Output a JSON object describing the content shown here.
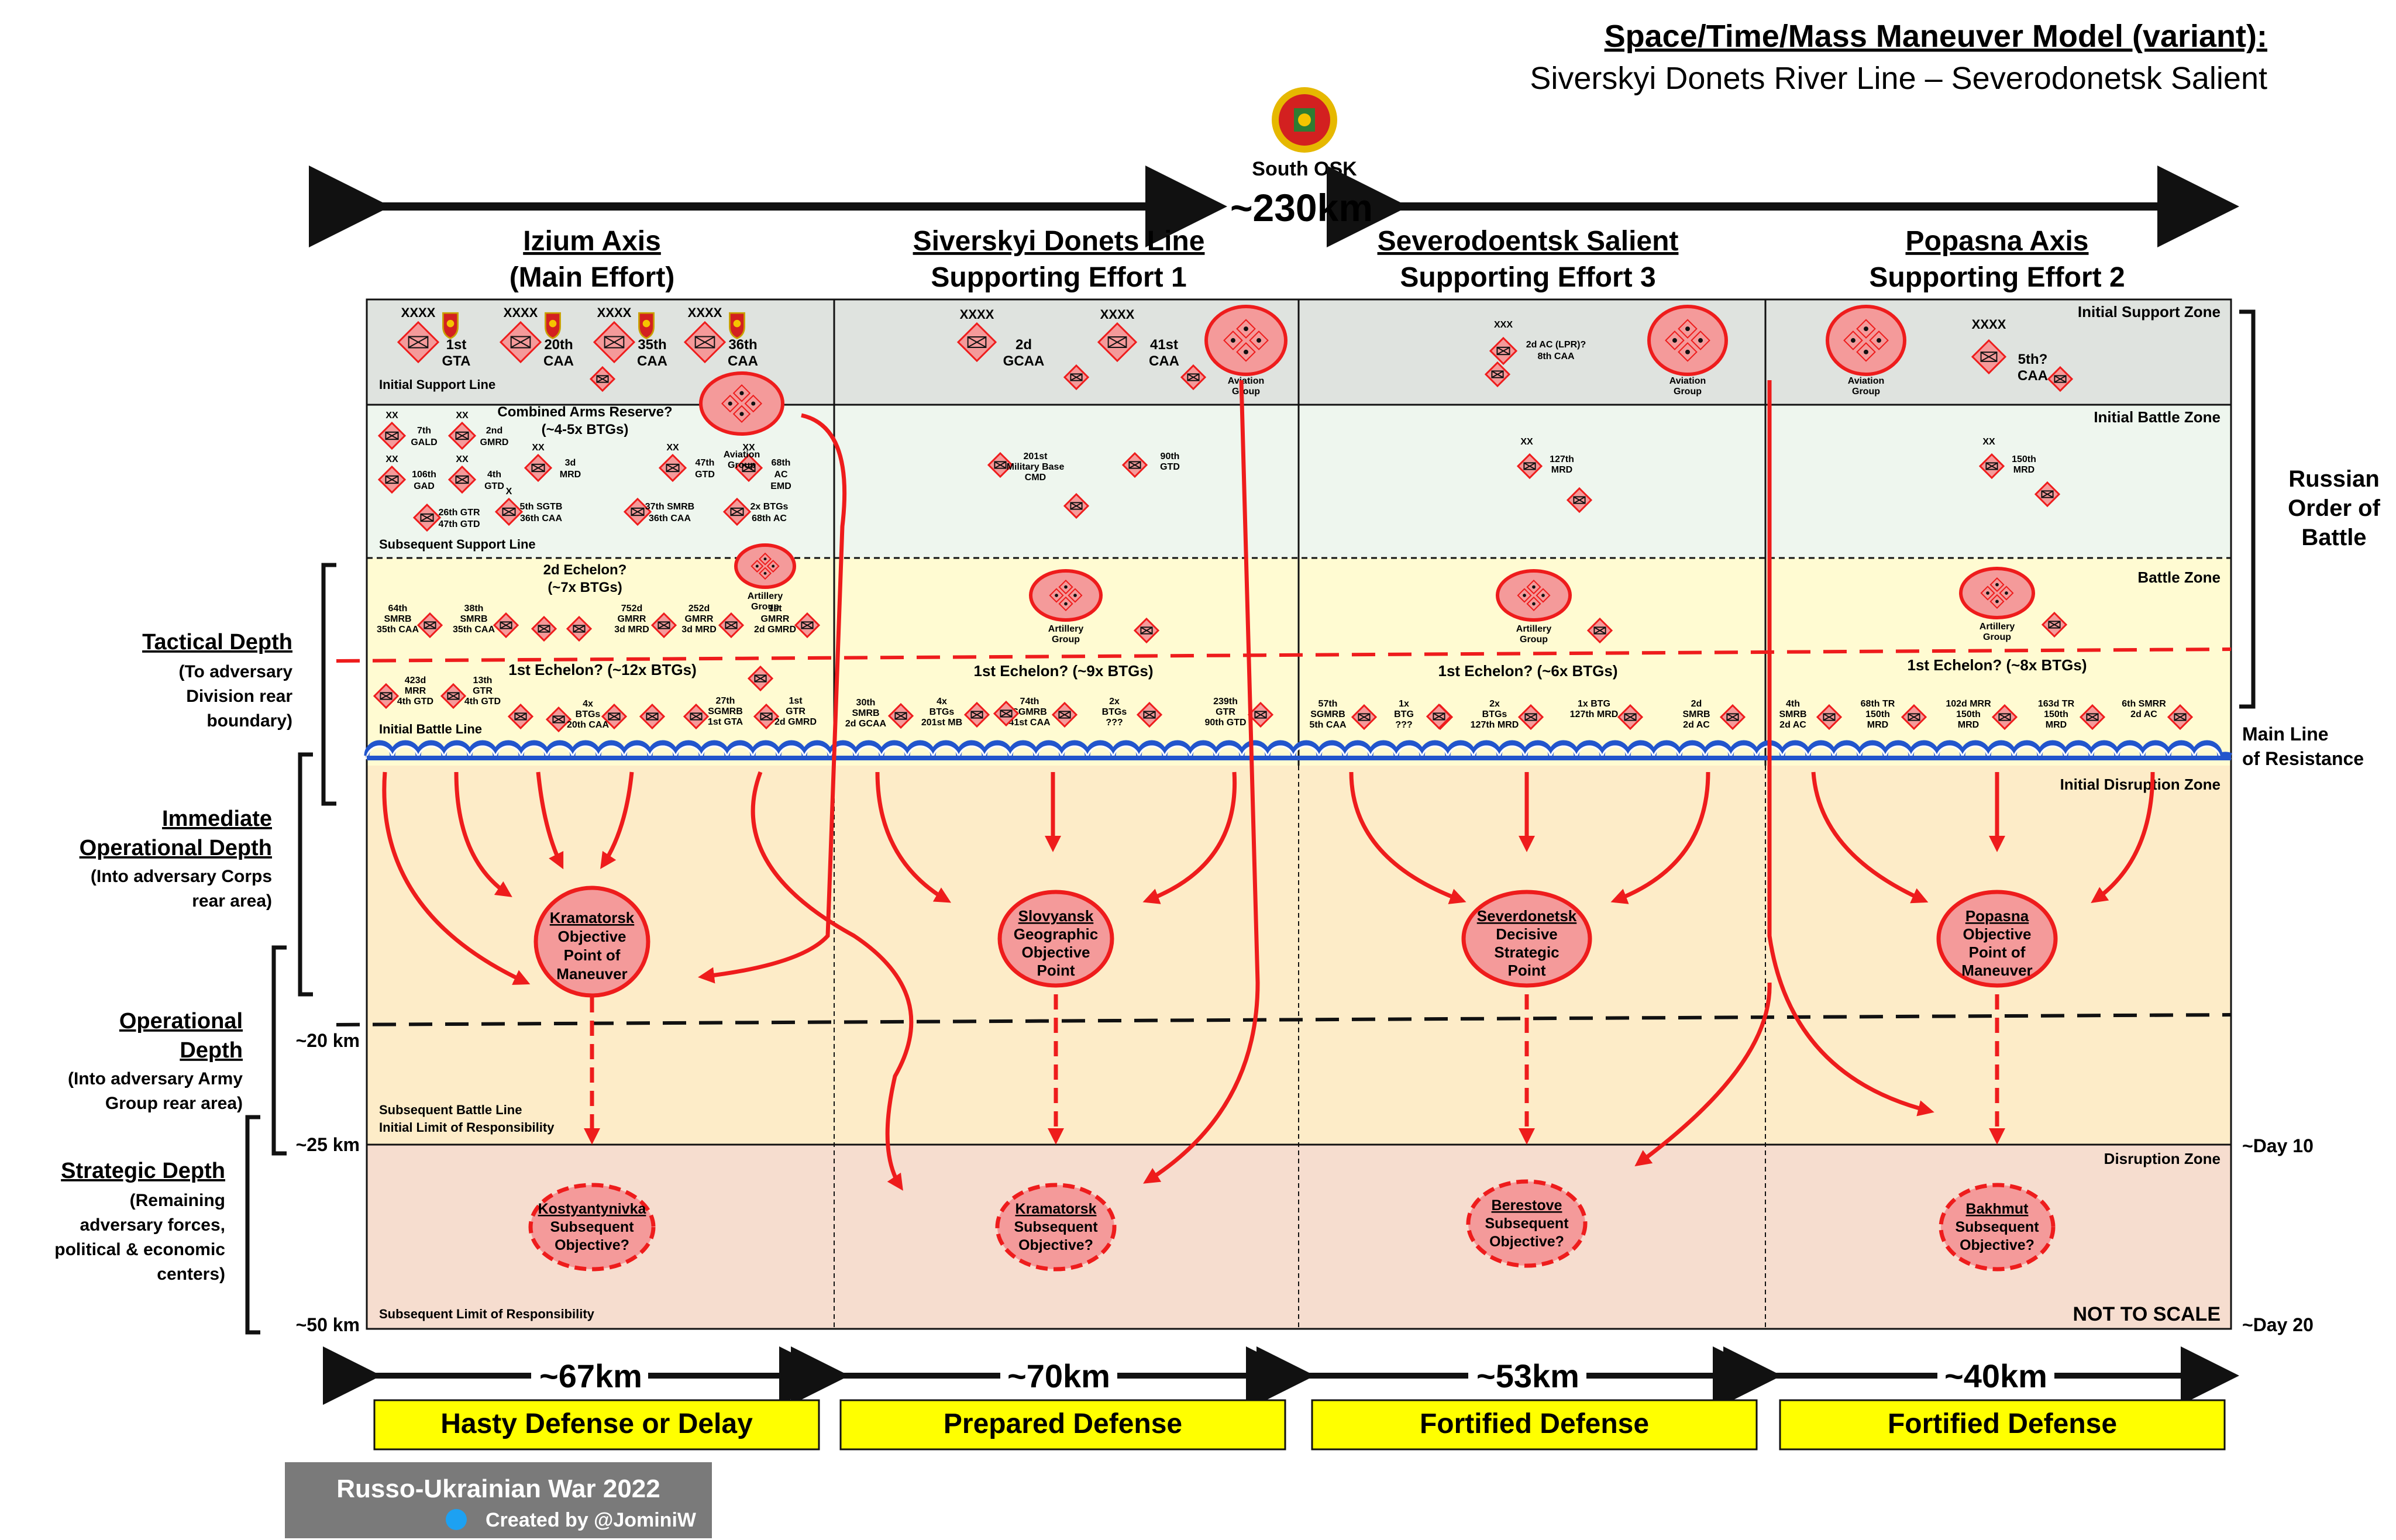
{
  "title": {
    "line1": "Space/Time/Mass Maneuver Model (variant):",
    "line2": "Siverskyi Donets River Line – Severodonetsk Salient"
  },
  "hq": {
    "label": "South OSK"
  },
  "frontage": {
    "total": "~230km"
  },
  "axes": [
    {
      "name": "Izium Axis",
      "effort": "(Main Effort)",
      "width": "~67km",
      "defense": "Hasty Defense or Delay",
      "obj": {
        "name": "Kramatorsk",
        "l1": "Objective",
        "l2": "Point of",
        "l3": "Maneuver"
      },
      "sub": {
        "name": "Kostyantynivka",
        "l1": "Subsequent",
        "l2": "Objective?"
      },
      "echelon1": "1st Echelon? (~12x BTGs)"
    },
    {
      "name": "Siverskyi Donets Line",
      "effort": "Supporting Effort 1",
      "width": "~70km",
      "defense": "Prepared Defense",
      "obj": {
        "name": "Slovyansk",
        "l1": "Geographic",
        "l2": "Objective",
        "l3": "Point"
      },
      "sub": {
        "name": "Kramatorsk",
        "l1": "Subsequent",
        "l2": "Objective?"
      },
      "echelon1": "1st Echelon? (~9x BTGs)"
    },
    {
      "name": "Severodoentsk Salient",
      "effort": "Supporting Effort 3",
      "width": "~53km",
      "defense": "Fortified Defense",
      "obj": {
        "name": "Severdonetsk",
        "l1": "Decisive",
        "l2": "Strategic",
        "l3": "Point"
      },
      "sub": {
        "name": "Berestove",
        "l1": "Subsequent",
        "l2": "Objective?"
      },
      "echelon1": "1st Echelon? (~6x BTGs)"
    },
    {
      "name": "Popasna Axis",
      "effort": "Supporting Effort 2",
      "width": "~40km",
      "defense": "Fortified Defense",
      "obj": {
        "name": "Popasna",
        "l1": "Objective",
        "l2": "Point of",
        "l3": "Maneuver"
      },
      "sub": {
        "name": "Bakhmut",
        "l1": "Subsequent",
        "l2": "Objective?"
      },
      "echelon1": "1st Echelon? (~8x BTGs)"
    }
  ],
  "zones": {
    "initial_support_zone": "Initial Support Zone",
    "initial_battle_zone": "Initial Battle Zone",
    "battle_zone": "Battle Zone",
    "initial_disruption_zone": "Initial Disruption Zone",
    "disruption_zone": "Disruption Zone",
    "initial_support_line": "Initial Support Line",
    "subsequent_support_line": "Subsequent Support Line",
    "initial_battle_line": "Initial Battle Line",
    "subsequent_battle_line": "Subsequent Battle Line",
    "initial_limit": "Initial Limit of Responsibility",
    "subsequent_limit": "Subsequent Limit of Responsibility",
    "not_to_scale": "NOT TO SCALE"
  },
  "left_depths": {
    "tactical": {
      "title": "Tactical Depth",
      "d1": "(To adversary",
      "d2": "Division rear",
      "d3": "boundary)"
    },
    "immediate": {
      "t1": "Immediate",
      "t2": "Operational Depth",
      "d1": "(Into adversary Corps",
      "d2": "rear area)"
    },
    "operational": {
      "t1": "Operational",
      "t2": "Depth",
      "d1": "(Into adversary Army",
      "d2": "Group rear area)"
    },
    "strategic": {
      "title": "Strategic Depth",
      "d1": "(Remaining",
      "d2": "adversary forces,",
      "d3": "political & economic",
      "d4": "centers)"
    }
  },
  "km_marks": {
    "k20": "~20 km",
    "k25": "~25 km",
    "k50": "~50 km"
  },
  "right_labels": {
    "rob1": "Russian",
    "rob2": "Order of",
    "rob3": "Battle",
    "mlr1": "Main Line",
    "mlr2": "of Resistance",
    "day10": "~Day 10",
    "day20": "~Day 20"
  },
  "reserve": {
    "combined1": "Combined Arms Reserve?",
    "combined2": "(~4-5x BTGs)",
    "echelon2a": "2d Echelon?",
    "echelon2b": "(~7x BTGs)"
  },
  "group_labels": {
    "aviation1": "Aviation",
    "aviation2": "Group",
    "artillery1": "Artillery",
    "artillery2": "Group"
  },
  "units": {
    "a1": [
      [
        "XXXX",
        "1st",
        "GTA"
      ],
      [
        "XXXX",
        "20th",
        "CAA"
      ],
      [
        "XXXX",
        "35th",
        "CAA"
      ],
      [
        "XXXX",
        "36th",
        "CAA"
      ]
    ],
    "reserve1": [
      [
        "XX",
        "7th",
        "GALD"
      ],
      [
        "XX",
        "2nd",
        "GMRD"
      ],
      [
        "XX",
        "106th",
        "GAD"
      ],
      [
        "XX",
        "4th",
        "GTD"
      ],
      [
        "XX",
        "3d",
        "MRD"
      ],
      [
        "XX",
        "47th",
        "GTD"
      ],
      [
        "XX",
        "68th",
        "AC",
        "EMD"
      ],
      [
        "",
        "26th GTR",
        "47th GTD"
      ],
      [
        "X",
        "5th SGTB",
        "36th CAA"
      ],
      [
        "",
        "37th SMRB",
        "36th CAA"
      ],
      [
        "",
        "2x BTGs",
        "68th AC"
      ]
    ],
    "ech2_1": [
      [
        "64th",
        "SMRB",
        "35th CAA"
      ],
      [
        "38th",
        "SMRB",
        "35th CAA"
      ],
      [
        "752d",
        "GMRR",
        "3d MRD"
      ],
      [
        "252d",
        "GMRR",
        "3d MRD"
      ],
      [
        "1st",
        "GMRR",
        "2d GMRD"
      ]
    ],
    "ech1_1": [
      [
        "423d",
        "MRR",
        "4th GTD"
      ],
      [
        "13th",
        "GTR",
        "4th GTD"
      ],
      [
        "4x",
        "BTGs",
        "20th CAA"
      ],
      [
        "27th",
        "SGMRB",
        "1st GTA"
      ],
      [
        "1st",
        "GTR",
        "2d GMRD"
      ]
    ],
    "a2_top": [
      [
        "XXXX",
        "2d",
        "GCAA"
      ],
      [
        "XXXX",
        "41st",
        "CAA"
      ]
    ],
    "a2_mid": [
      [
        "",
        "201st",
        "Military Base",
        "CMD"
      ],
      [
        "",
        "90th",
        "GTD"
      ]
    ],
    "ech1_2": [
      [
        "30th",
        "SMRB",
        "2d GCAA"
      ],
      [
        "4x",
        "BTGs",
        "201st MB"
      ],
      [
        "74th",
        "SGMRB",
        "41st CAA"
      ],
      [
        "2x",
        "BTGs",
        "???"
      ],
      [
        "239th",
        "GTR",
        "90th GTD"
      ]
    ],
    "a3_top": [
      [
        "XXX",
        "2d AC (LPR)?",
        "8th CAA"
      ]
    ],
    "a3_mid": [
      [
        "XX",
        "127th",
        "MRD"
      ]
    ],
    "ech1_3": [
      [
        "57th",
        "SGMRB",
        "5th CAA"
      ],
      [
        "1x",
        "BTG",
        "???"
      ],
      [
        "2x",
        "BTGs",
        "127th MRD"
      ],
      [
        "1x BTG",
        "127th MRD",
        ""
      ],
      [
        "2d",
        "SMRB",
        "2d AC"
      ]
    ],
    "a4_top": [
      [
        "XXXX",
        "5th?",
        "CAA"
      ]
    ],
    "a4_mid": [
      [
        "XX",
        "150th",
        "MRD"
      ]
    ],
    "ech1_4": [
      [
        "4th",
        "SMRB",
        "2d AC"
      ],
      [
        "68th TR",
        "150th",
        "MRD"
      ],
      [
        "102d MRR",
        "150th",
        "MRD"
      ],
      [
        "163d TR",
        "150th",
        "MRD"
      ],
      [
        "6th SMRR",
        "2d AC",
        ""
      ]
    ]
  },
  "credit": {
    "title": "Russo-Ukrainian War 2022",
    "sub": "Created by @JominiW"
  },
  "colors": {
    "red": "#ee1c1c",
    "unit_fill": "#f49a9a",
    "zone_support": "#dfe3df",
    "zone_battle": "#eef6ee",
    "zone_yellow": "#fffbd2",
    "zone_orange": "#fdecc8",
    "zone_strategic": "#f6ddcf",
    "river": "#2255cc",
    "defense_box": "#ffff00"
  }
}
